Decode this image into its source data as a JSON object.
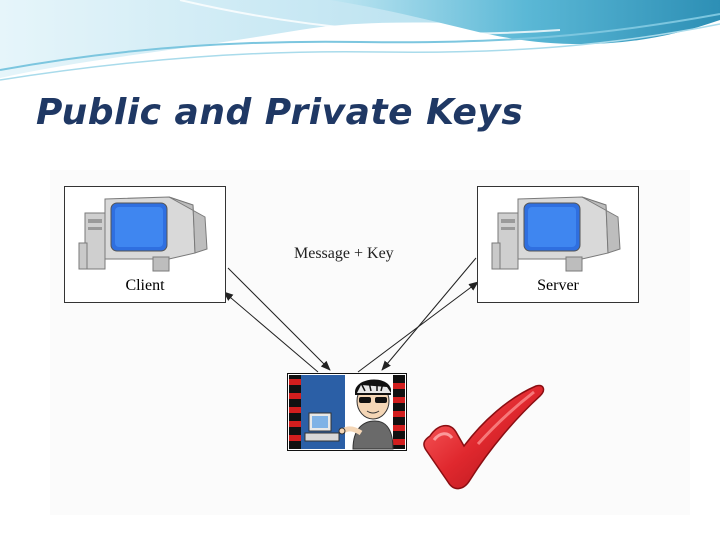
{
  "slide": {
    "title": "Public and Private Keys"
  },
  "diagram": {
    "client_label": "Client",
    "server_label": "Server",
    "message_label": "Message + Key"
  },
  "colors": {
    "title": "#1f3864",
    "header_wave": "#5bb8d6",
    "monitor_screen": "#2f6fe0",
    "checkmark": "#e0282e"
  },
  "icons": {
    "client": "computer-icon",
    "server": "computer-icon",
    "attacker": "hacker-icon",
    "check": "checkmark-icon"
  }
}
